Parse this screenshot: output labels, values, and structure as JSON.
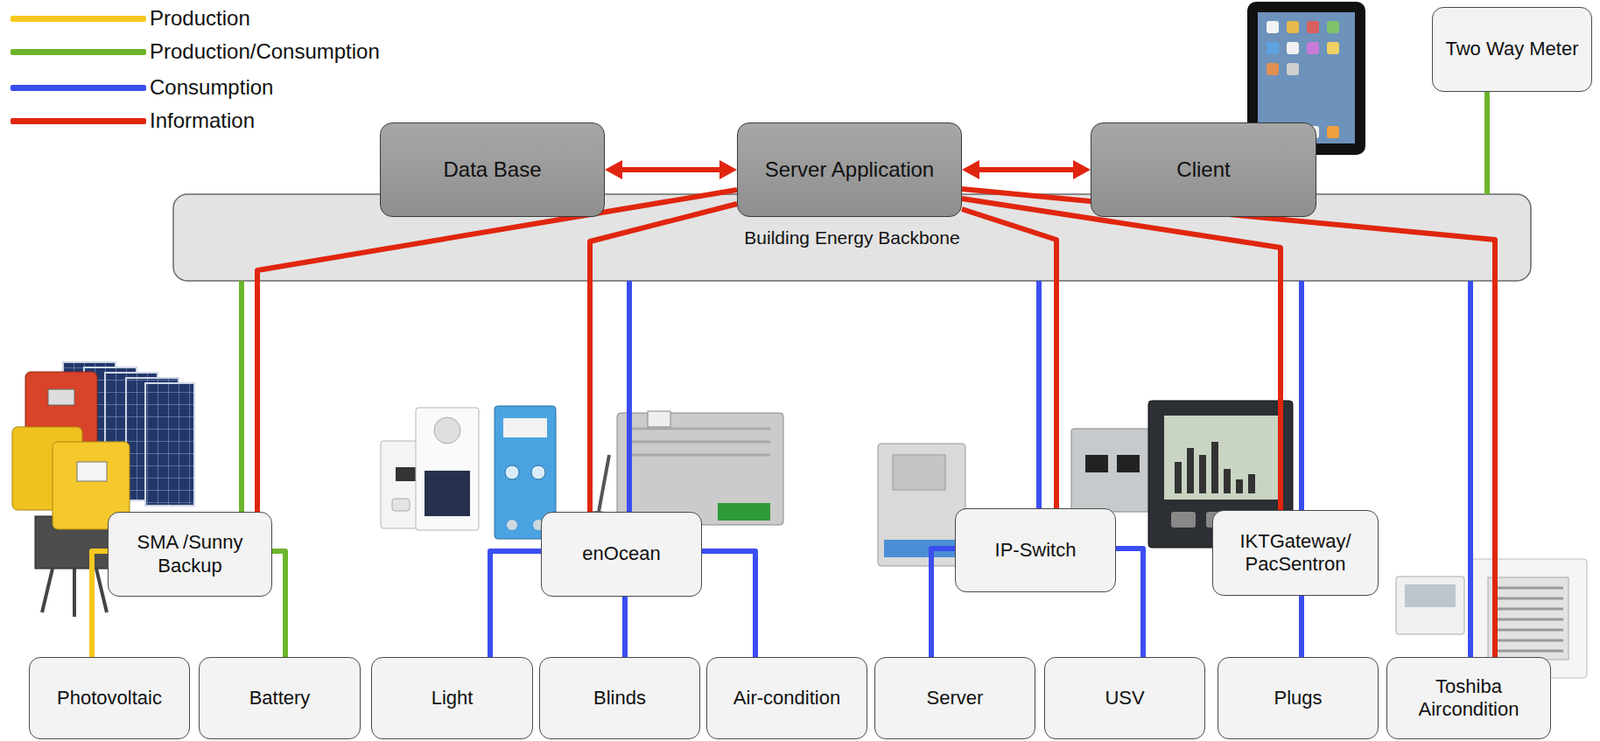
{
  "diagram": {
    "nodes": [
      {
        "text": [
          "Two Way Meter"
        ]
      },
      {
        "text": [
          "Data Base"
        ]
      },
      {
        "text": [
          "Server Application"
        ]
      },
      {
        "text": [
          "Client"
        ]
      },
      {
        "text": [
          "Building Energy Backbone"
        ]
      },
      {
        "text": [
          "SMA /Sunny Backup"
        ]
      },
      {
        "text": [
          "enOcean"
        ]
      },
      {
        "text": [
          "IP-Switch"
        ]
      },
      {
        "text": [
          "IKTGateway/ PacSentron"
        ]
      },
      {
        "text": [
          "Photovoltaic"
        ]
      },
      {
        "text": [
          "Battery"
        ]
      },
      {
        "text": [
          "Light"
        ]
      },
      {
        "text": [
          "Blinds"
        ]
      },
      {
        "text": [
          "Air-condition"
        ]
      },
      {
        "text": [
          "Server"
        ]
      },
      {
        "text": [
          "USV"
        ]
      },
      {
        "text": [
          "Plugs"
        ]
      },
      {
        "text": [
          "Toshiba Aircondition"
        ]
      }
    ],
    "edges": [
      {
        "from": 1,
        "to": 2,
        "arrow": "both"
      },
      {
        "from": 2,
        "to": 3,
        "arrow": "both"
      },
      {
        "from": 0,
        "to": 4,
        "arrow": "none"
      },
      {
        "from": 2,
        "to": 5,
        "arrow": "none"
      },
      {
        "from": 2,
        "to": 6,
        "arrow": "none"
      },
      {
        "from": 2,
        "to": 7,
        "arrow": "none"
      },
      {
        "from": 2,
        "to": 8,
        "arrow": "none"
      },
      {
        "from": 2,
        "to": 17,
        "arrow": "none"
      },
      {
        "from": 4,
        "to": 5,
        "arrow": "none"
      },
      {
        "from": 4,
        "to": 6,
        "arrow": "none"
      },
      {
        "from": 4,
        "to": 7,
        "arrow": "none"
      },
      {
        "from": 4,
        "to": 8,
        "arrow": "none"
      },
      {
        "from": 4,
        "to": 17,
        "arrow": "none"
      },
      {
        "from": 5,
        "to": 9,
        "arrow": "none"
      },
      {
        "from": 5,
        "to": 10,
        "arrow": "none"
      },
      {
        "from": 6,
        "to": 11,
        "arrow": "none"
      },
      {
        "from": 6,
        "to": 12,
        "arrow": "none"
      },
      {
        "from": 6,
        "to": 13,
        "arrow": "none"
      },
      {
        "from": 7,
        "to": 14,
        "arrow": "none"
      },
      {
        "from": 7,
        "to": 15,
        "arrow": "none"
      },
      {
        "from": 8,
        "to": 16,
        "arrow": "none"
      }
    ],
    "legend": [
      {
        "text": "Production",
        "color": "#f7c81e"
      },
      {
        "text": "Production/Consumption",
        "color": "#6cb52d"
      },
      {
        "text": "Consumption",
        "color": "#3a4ef0"
      },
      {
        "text": "Information",
        "color": "#e0260f"
      }
    ]
  }
}
